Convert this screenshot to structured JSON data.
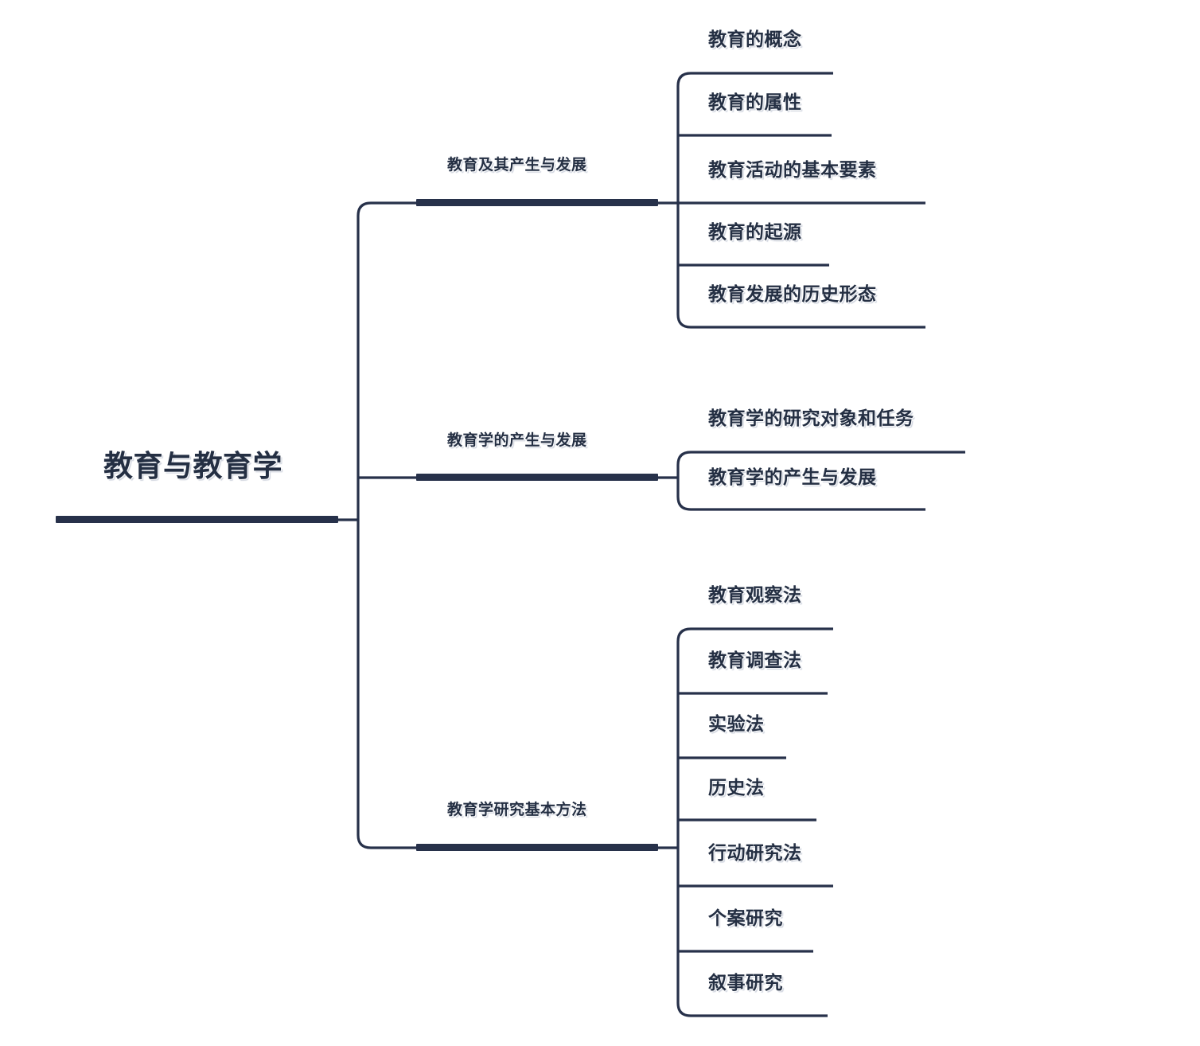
{
  "diagram": {
    "type": "mind-map",
    "title": "教育与教育学",
    "orientation": "left-to-right",
    "colors": {
      "line": "#27314a",
      "text": "#242f43",
      "background": "#ffffff"
    },
    "root": {
      "label": "教育与教育学"
    },
    "branches": [
      {
        "label": "教育及其产生与发展",
        "leaves": [
          {
            "label": "教育的概念"
          },
          {
            "label": "教育的属性"
          },
          {
            "label": "教育活动的基本要素"
          },
          {
            "label": "教育的起源"
          },
          {
            "label": "教育发展的历史形态"
          }
        ]
      },
      {
        "label": "教育学的产生与发展",
        "leaves": [
          {
            "label": "教育学的研究对象和任务"
          },
          {
            "label": "教育学的产生与发展"
          }
        ]
      },
      {
        "label": "教育学研究基本方法",
        "leaves": [
          {
            "label": "教育观察法"
          },
          {
            "label": "教育调查法"
          },
          {
            "label": "实验法"
          },
          {
            "label": "历史法"
          },
          {
            "label": "行动研究法"
          },
          {
            "label": "个案研究"
          },
          {
            "label": "叙事研究"
          }
        ]
      }
    ]
  }
}
